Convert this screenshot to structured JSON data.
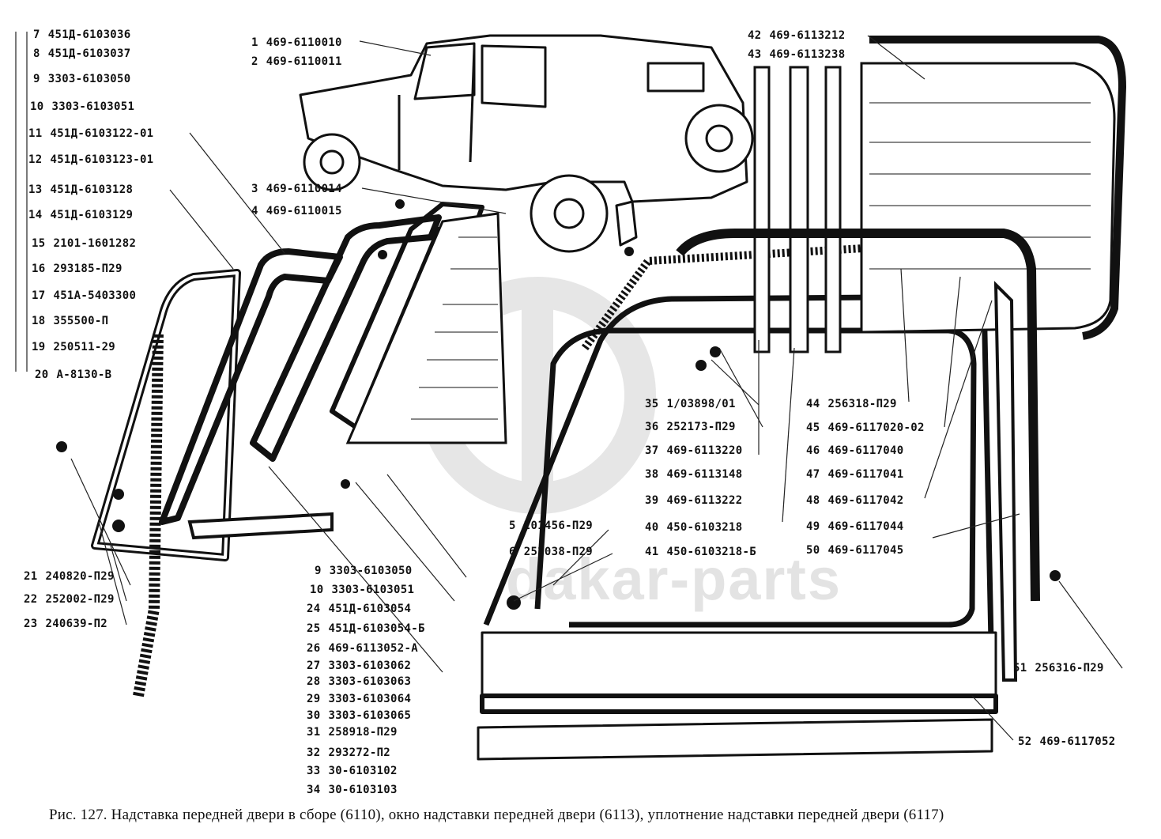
{
  "watermark": {
    "text": "dakar-parts"
  },
  "caption": "Рис. 127. Надставка передней двери в сборе (6110), окно надставки передней двери (6113), уплотнение надставки передней двери (6117)",
  "parts": [
    {
      "no": "7",
      "code": "451Д-6103036"
    },
    {
      "no": "8",
      "code": "451Д-6103037"
    },
    {
      "no": "9",
      "code": "3303-6103050"
    },
    {
      "no": "10",
      "code": "3303-6103051"
    },
    {
      "no": "11",
      "code": "451Д-6103122-01"
    },
    {
      "no": "12",
      "code": "451Д-6103123-01"
    },
    {
      "no": "13",
      "code": "451Д-6103128"
    },
    {
      "no": "14",
      "code": "451Д-6103129"
    },
    {
      "no": "15",
      "code": "2101-1601282"
    },
    {
      "no": "16",
      "code": "293185-П29"
    },
    {
      "no": "17",
      "code": "451А-5403300"
    },
    {
      "no": "18",
      "code": "355500-П"
    },
    {
      "no": "19",
      "code": "250511-29"
    },
    {
      "no": "20",
      "code": "А-8130-В"
    },
    {
      "no": "1",
      "code": "469-6110010"
    },
    {
      "no": "2",
      "code": "469-6110011"
    },
    {
      "no": "3",
      "code": "469-6110014"
    },
    {
      "no": "4",
      "code": "469-6110015"
    },
    {
      "no": "42",
      "code": "469-6113212"
    },
    {
      "no": "43",
      "code": "469-6113238"
    },
    {
      "no": "21",
      "code": "240820-П29"
    },
    {
      "no": "22",
      "code": "252002-П29"
    },
    {
      "no": "23",
      "code": "240639-П2"
    },
    {
      "no": "5",
      "code": "201456-П29"
    },
    {
      "no": "6",
      "code": "252038-П29"
    },
    {
      "no": "9",
      "code": "3303-6103050"
    },
    {
      "no": "10",
      "code": "3303-6103051"
    },
    {
      "no": "24",
      "code": "451Д-6103054"
    },
    {
      "no": "25",
      "code": "451Д-6103054-Б"
    },
    {
      "no": "26",
      "code": "469-6113052-А"
    },
    {
      "no": "27",
      "code": "3303-6103062"
    },
    {
      "no": "28",
      "code": "3303-6103063"
    },
    {
      "no": "29",
      "code": "3303-6103064"
    },
    {
      "no": "30",
      "code": "3303-6103065"
    },
    {
      "no": "31",
      "code": "258918-П29"
    },
    {
      "no": "32",
      "code": "293272-П2"
    },
    {
      "no": "33",
      "code": "30-6103102"
    },
    {
      "no": "34",
      "code": "30-6103103"
    },
    {
      "no": "35",
      "code": "1/03898/01"
    },
    {
      "no": "36",
      "code": "252173-П29"
    },
    {
      "no": "37",
      "code": "469-6113220"
    },
    {
      "no": "38",
      "code": "469-6113148"
    },
    {
      "no": "39",
      "code": "469-6113222"
    },
    {
      "no": "40",
      "code": "450-6103218"
    },
    {
      "no": "41",
      "code": "450-6103218-Б"
    },
    {
      "no": "44",
      "code": "256318-П29"
    },
    {
      "no": "45",
      "code": "469-6117020-02"
    },
    {
      "no": "46",
      "code": "469-6117040"
    },
    {
      "no": "47",
      "code": "469-6117041"
    },
    {
      "no": "48",
      "code": "469-6117042"
    },
    {
      "no": "49",
      "code": "469-6117044"
    },
    {
      "no": "50",
      "code": "469-6117045"
    },
    {
      "no": "51",
      "code": "256316-П29"
    },
    {
      "no": "52",
      "code": "469-6117052"
    }
  ]
}
